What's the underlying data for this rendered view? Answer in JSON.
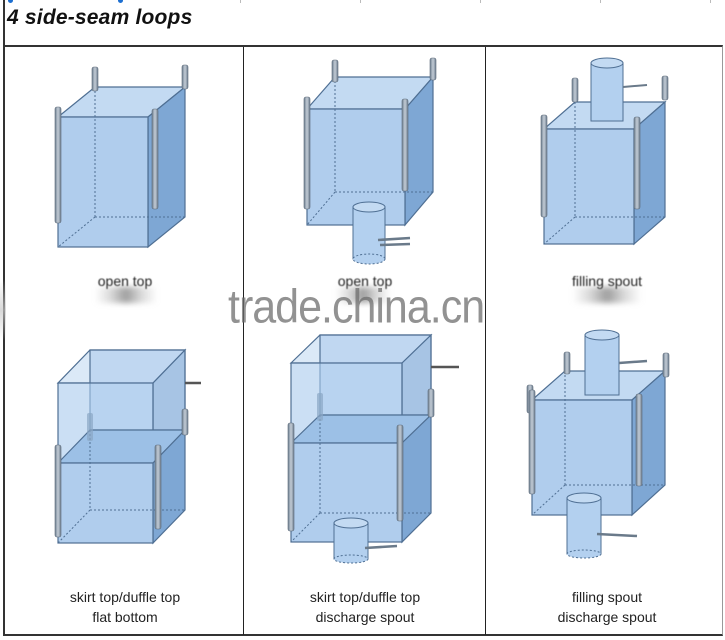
{
  "title": "4 side-seam loops",
  "watermark": "trade.china.cn",
  "colors": {
    "bag_face": "#a9c9ec",
    "bag_side": "#7ea7d4",
    "bag_top": "#c3daf2",
    "bag_edge": "#4f6f93",
    "loop": "#8e9cab",
    "grid_line": "#222222",
    "title_text": "#111111",
    "caption_text": "#222222",
    "top_dots": "#1d6fd1"
  },
  "cells": [
    {
      "row": 1,
      "col": 1,
      "caption_lines": [
        "open top"
      ],
      "illustration": "bag-open-top-icon"
    },
    {
      "row": 1,
      "col": 2,
      "caption_lines": [
        "open top"
      ],
      "illustration": "bag-open-top-discharge-spout-icon"
    },
    {
      "row": 1,
      "col": 3,
      "caption_lines": [
        "filling spout"
      ],
      "illustration": "bag-filling-spout-icon"
    },
    {
      "row": 2,
      "col": 1,
      "caption_lines": [
        "skirt top/duffle top",
        "flat bottom"
      ],
      "illustration": "bag-skirt-top-flat-bottom-icon"
    },
    {
      "row": 2,
      "col": 2,
      "caption_lines": [
        "skirt top/duffle top",
        "discharge spout"
      ],
      "illustration": "bag-skirt-top-discharge-spout-icon"
    },
    {
      "row": 2,
      "col": 3,
      "caption_lines": [
        "filling spout",
        "discharge spout"
      ],
      "illustration": "bag-filling-and-discharge-spout-icon"
    }
  ]
}
